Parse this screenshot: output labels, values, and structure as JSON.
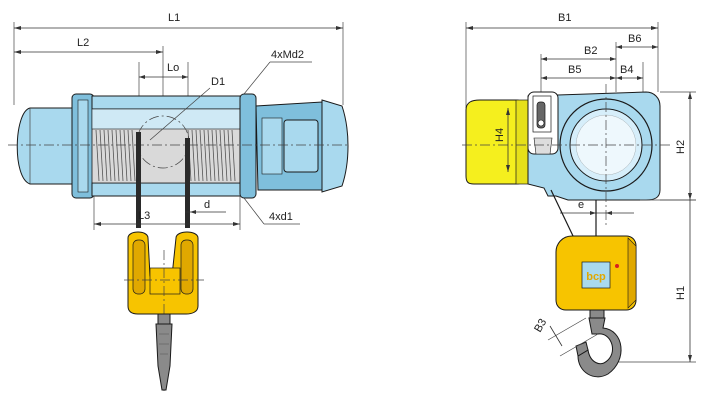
{
  "labels": {
    "L1": "L1",
    "L2": "L2",
    "Lo": "Lo",
    "D1": "D1",
    "Md2": "4xMd2",
    "L3": "L3",
    "d": "d",
    "d1": "4xd1",
    "B1": "B1",
    "B2": "B2",
    "B6": "B6",
    "B5": "B5",
    "B4": "B4",
    "H4": "H4",
    "H2": "H2",
    "e": "e",
    "H1": "H1",
    "B3": "B3"
  },
  "colors": {
    "body": "#a9d9ee",
    "body_dark": "#7fbfdc",
    "hook_block": "#f7c400",
    "hook_block_dark": "#e0a800",
    "motor_box": "#f5ef1e",
    "hook_steel": "#8a8a8a",
    "line": "#1a1a1a"
  },
  "logo": {
    "text": "bcp"
  }
}
